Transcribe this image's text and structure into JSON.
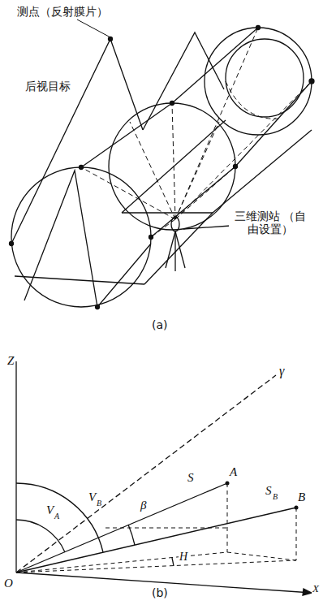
{
  "diagram": {
    "labels": [
      "测点（反射膜片）",
      "后视目标",
      "三维测站 （自由设置）",
      "(a)",
      "Z",
      "γ",
      "A",
      "S",
      "S",
      "B",
      "B",
      "V",
      "A",
      "V",
      "B",
      "β",
      "H",
      "O",
      "X",
      "(b)"
    ]
  }
}
